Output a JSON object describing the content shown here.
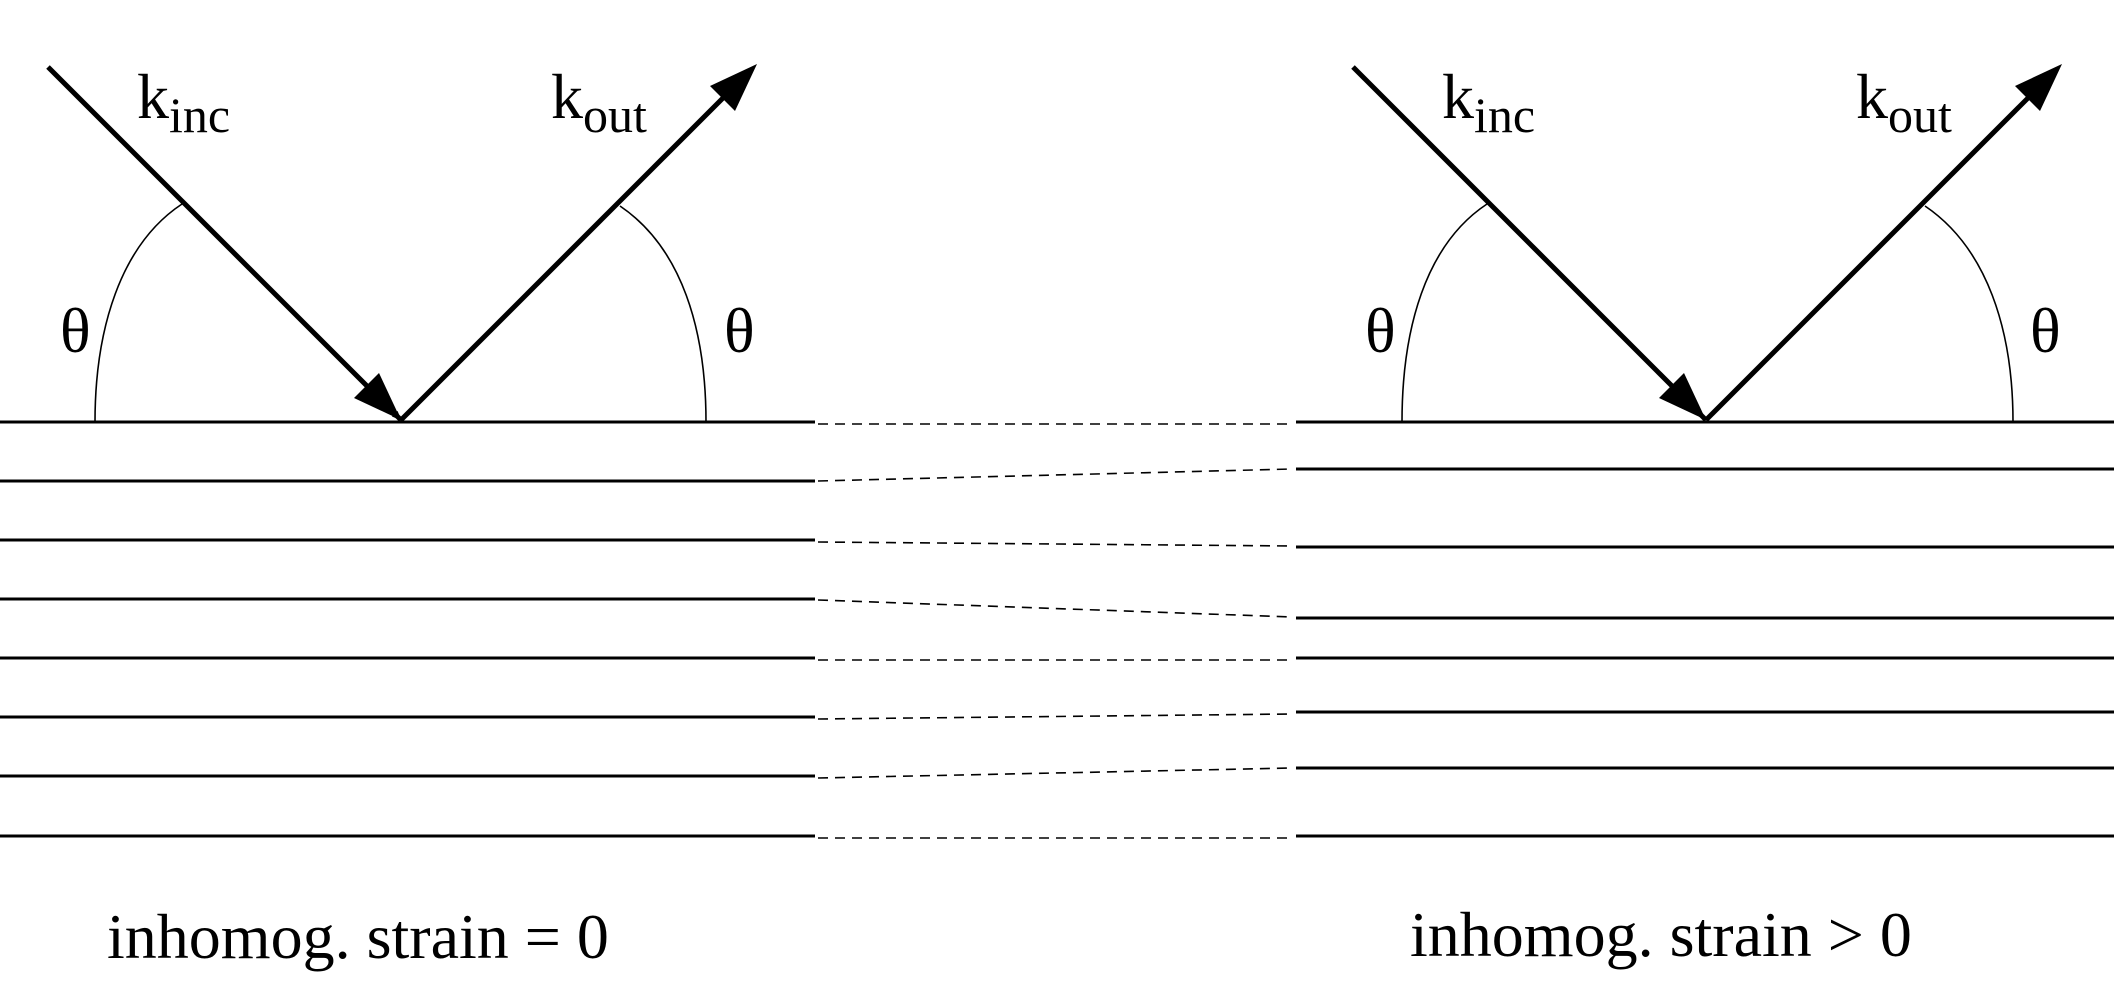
{
  "panels": [
    {
      "k_incoming": {
        "base": "k",
        "subscript": "inc"
      },
      "k_outgoing": {
        "base": "k",
        "subscript": "out"
      },
      "angle_left": "θ",
      "angle_right": "θ",
      "caption": "inhomog. strain = 0"
    },
    {
      "k_incoming": {
        "base": "k",
        "subscript": "inc"
      },
      "k_outgoing": {
        "base": "k",
        "subscript": "out"
      },
      "angle_left": "θ",
      "angle_right": "θ",
      "caption": "inhomog. strain > 0"
    }
  ],
  "colors": {
    "stroke": "#000000",
    "background": "#ffffff"
  }
}
